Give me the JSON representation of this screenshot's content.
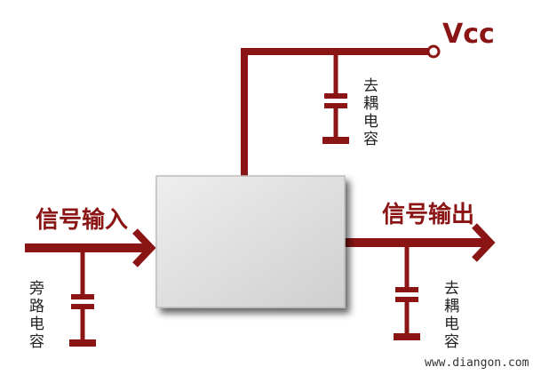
{
  "colors": {
    "wire": "#8b1414",
    "box": "#d6d6d6"
  },
  "labels": {
    "vcc": "Vcc",
    "signal_input": "信号输入",
    "signal_output": "信号输出",
    "top_cap": [
      "去",
      "耦",
      "电",
      "容"
    ],
    "bypass_cap": [
      "旁",
      "路",
      "电",
      "容"
    ],
    "output_cap": [
      "去",
      "耦",
      "电",
      "容"
    ],
    "watermark": "www.diangon.com"
  }
}
